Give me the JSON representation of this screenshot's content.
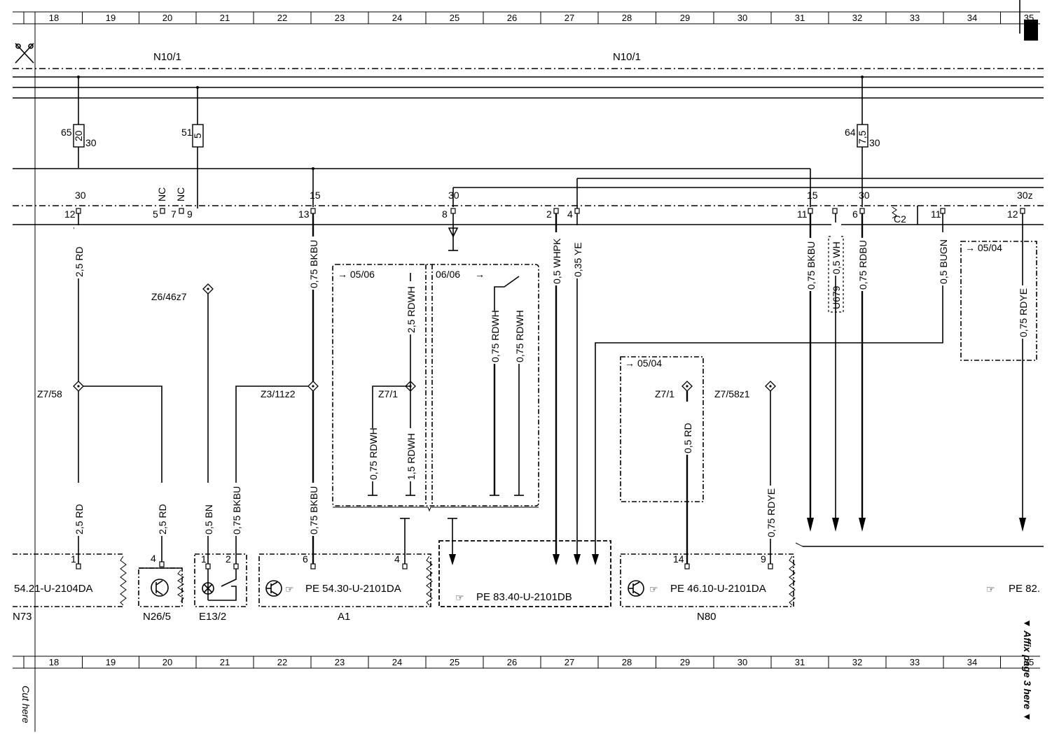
{
  "ruler": {
    "top": [
      "18",
      "19",
      "20",
      "21",
      "22",
      "23",
      "24",
      "25",
      "26",
      "27",
      "28",
      "29",
      "30",
      "31",
      "32",
      "33",
      "34",
      "35"
    ],
    "bottom": [
      "18",
      "19",
      "20",
      "21",
      "22",
      "23",
      "24",
      "25",
      "26",
      "27",
      "28",
      "29",
      "30",
      "31",
      "32",
      "33",
      "34",
      "35"
    ]
  },
  "side": {
    "cut_here": "Cut here",
    "affix": "▼ Affix page 3 here ▼"
  },
  "modules": {
    "n10_left": "N10/1",
    "n10_right": "N10/1",
    "c2": "C2"
  },
  "fuses": [
    {
      "num": "65",
      "rating": "20",
      "amp": "30"
    },
    {
      "num": "51",
      "rating": "5",
      "amp": ""
    },
    {
      "num": "64",
      "rating": "7,5",
      "amp": "30"
    }
  ],
  "terminals": {
    "t30a": "30",
    "nc1": "NC",
    "nc2": "NC",
    "t15a": "15",
    "t30b": "30",
    "t15b": "15",
    "t30c": "30",
    "t30z": "30z"
  },
  "pins": {
    "p12": "12",
    "p5": "5",
    "p7": "7",
    "p9": "9",
    "p13": "13",
    "p8": "8",
    "p2": "2",
    "p4": "4",
    "p11a": "11",
    "p6": "6",
    "p11b": "11",
    "p12b": "12"
  },
  "wires": {
    "w1": "2,5 RD",
    "w2": "0,75 BKBU",
    "w3": "0,5 WHPK",
    "w4": "0,35 YE",
    "w5": "0,75 BKBU",
    "w6": "0,5 WH",
    "w7": "0,75 RDBU",
    "w8": "0,5 BUGN",
    "w9": "0,75 RDYE",
    "w10": "2,5 RDWH",
    "w11": "0,75 RDWH",
    "w12": "0,75 RDWH",
    "w13": "0,75 RDWH",
    "w14": "1,5 RDWH",
    "w15": "0,5 RD",
    "w16": "2,5 RD",
    "w17": "2,5 RD",
    "w18": "0,5 BN",
    "w19": "0,75 BKBU",
    "w20": "0,75 BKBU",
    "w21": "0,75 RDYE"
  },
  "u679": "U679",
  "splices": {
    "z6": "Z6/46z7",
    "z7_58": "Z7/58",
    "z3": "Z3/11z2",
    "z7_1a": "Z7/1",
    "z7_1b": "Z7/1",
    "z7_58z1": "Z7/58z1"
  },
  "variants": {
    "v1": "→ 05/06",
    "v2": "06/06",
    "v2arrow": "→",
    "v3": "05/04",
    "v4": "→ 05/04"
  },
  "components": {
    "n73_code": "54.21-U-2104DA",
    "n73": "N73",
    "n26": "N26/5",
    "e13": "E13/2",
    "a1_code": "PE 54.30-U-2101DA",
    "a1": "A1",
    "pe83_code": "PE 83.40-U-2101DB",
    "n80_code": "PE 46.10-U-2101DA",
    "n80": "N80",
    "pe82_code": "PE 82."
  },
  "comp_pins": {
    "c1": "1",
    "c4": "4",
    "c1b": "1",
    "c2": "2",
    "c6": "6",
    "c4b": "4",
    "c14": "14",
    "c9": "9"
  }
}
